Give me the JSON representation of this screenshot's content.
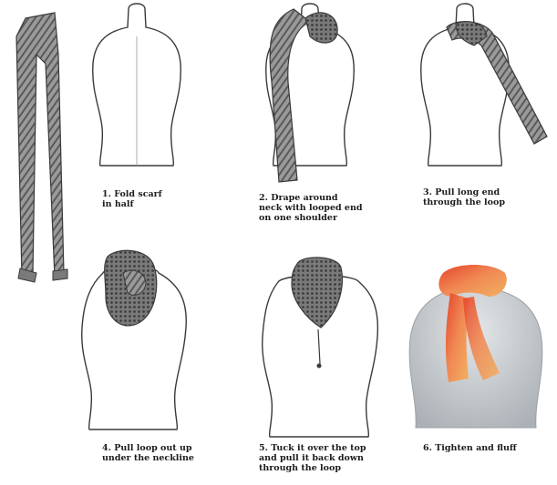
{
  "steps": [
    {
      "line1": "1. Fold scarf",
      "line2": "in half",
      "line3": ""
    },
    {
      "line1": "2. Drape around",
      "line2": "neck with looped end",
      "line3": "on one shoulder"
    },
    {
      "line1": "3. Pull long end",
      "line2": "through the loop",
      "line3": ""
    },
    {
      "line1": "4. Pull loop out up",
      "line2": "under the neckline",
      "line3": ""
    },
    {
      "line1": "5. Tuck it over the top",
      "line2": "and pull it back down",
      "line3": "through the loop"
    },
    {
      "line1": "6. Tighten and fluff",
      "line2": "",
      "line3": ""
    }
  ],
  "colors": {
    "outline": "#3a3a3a",
    "scarf_gray": "#8c8c8c",
    "scarf_dark": "#4a4a4a",
    "mannequin_photo": "#c9cdd0",
    "scarf_orange": "#e8743a",
    "scarf_pink": "#e79a88"
  }
}
